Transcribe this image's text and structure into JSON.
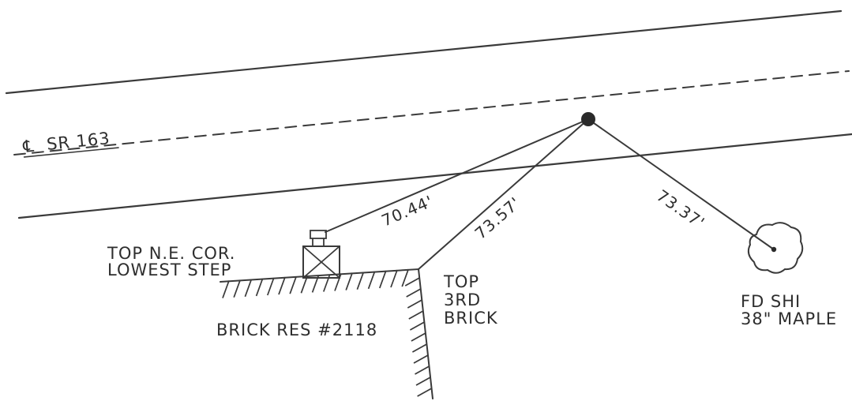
{
  "road": {
    "centerline_label": "SR 163",
    "centerline_symbol": "℄"
  },
  "ties": [
    {
      "distance": "70.44'"
    },
    {
      "distance": "73.57'"
    },
    {
      "distance": "73.37'"
    }
  ],
  "labels": {
    "step_line1": "TOP N.E. COR.",
    "step_line2": "LOWEST STEP",
    "brick_line1": "TOP",
    "brick_line2": "3RD",
    "brick_line3": "BRICK",
    "residence": "BRICK RES #2118",
    "tree_line1": "FD SHI",
    "tree_line2": "38\" MAPLE"
  },
  "colors": {
    "ink": "#3a3a3a",
    "paper": "#ffffff"
  }
}
